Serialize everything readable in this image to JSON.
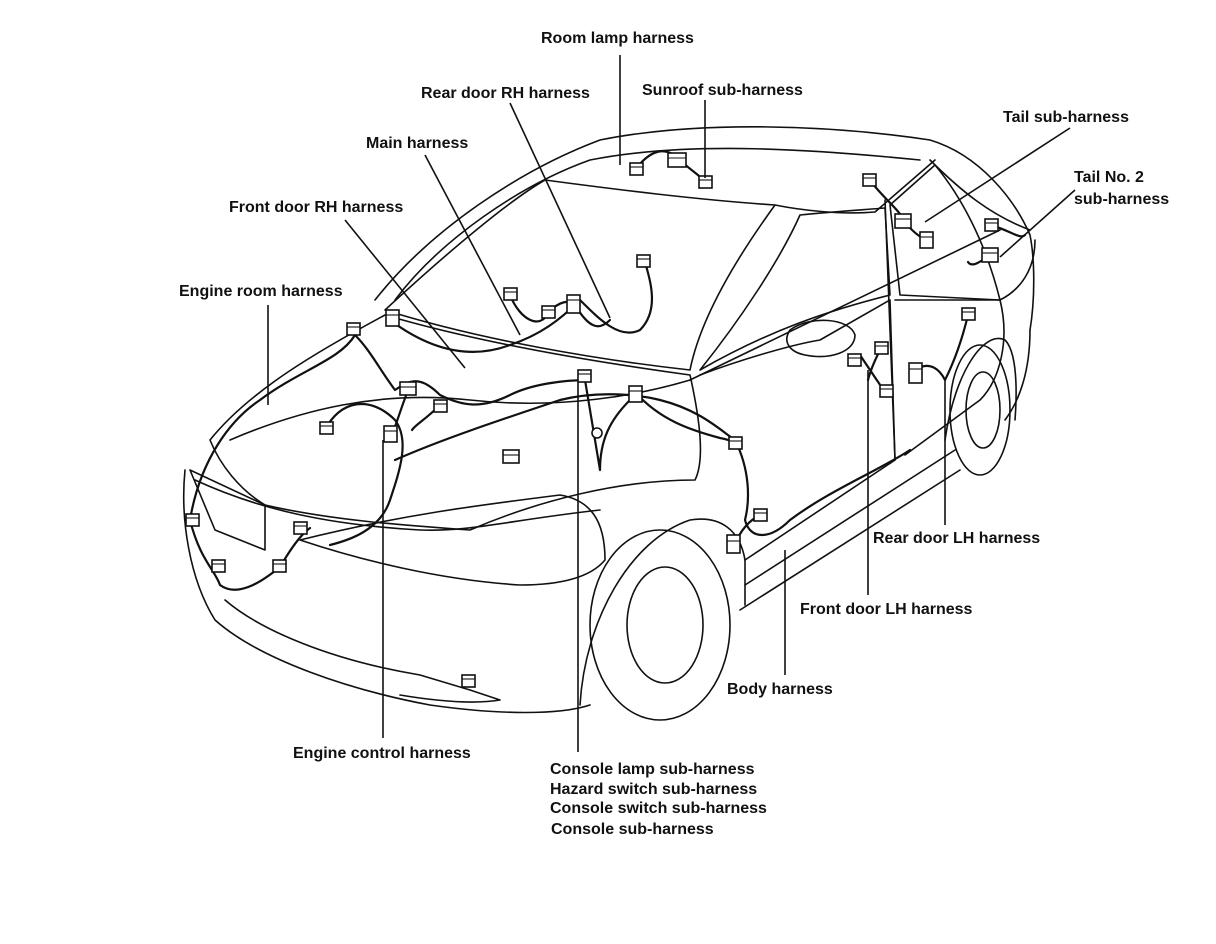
{
  "diagram": {
    "labels": {
      "room_lamp": "Room lamp harness",
      "rear_door_rh": "Rear door RH harness",
      "sunroof_sub": "Sunroof sub-harness",
      "main": "Main harness",
      "front_door_rh": "Front door RH harness",
      "engine_room": "Engine room harness",
      "tail_sub": "Tail sub-harness",
      "tail_no2_line1": "Tail No. 2",
      "tail_no2_line2": "sub-harness",
      "rear_door_lh": "Rear door LH harness",
      "front_door_lh": "Front door LH harness",
      "body": "Body harness",
      "engine_control": "Engine control harness",
      "console_lamp_sub": "Console lamp sub-harness",
      "hazard_switch_sub": "Hazard switch sub-harness",
      "console_switch_sub": "Console switch sub-harness",
      "console_sub": "Console sub-harness"
    }
  }
}
